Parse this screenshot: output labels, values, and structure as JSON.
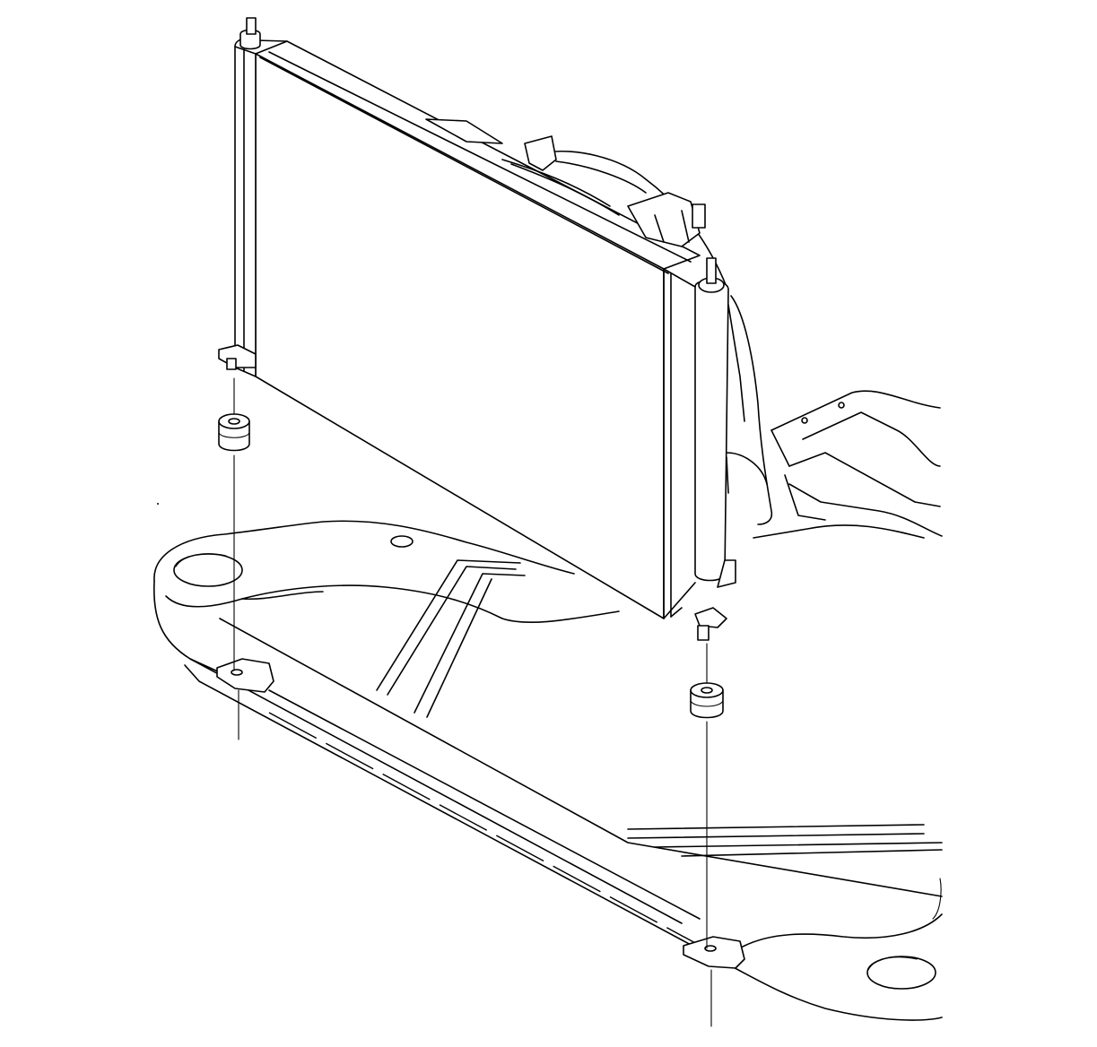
{
  "diagram": {
    "type": "exploded-assembly-illustration",
    "colors": {
      "background": "#ffffff",
      "line": "#000000"
    },
    "parts": [
      {
        "id": "radiator",
        "icon": "radiator-icon"
      },
      {
        "id": "left-lower-insulator",
        "icon": "rubber-insulator-icon"
      },
      {
        "id": "right-lower-insulator",
        "icon": "rubber-insulator-icon"
      },
      {
        "id": "radiator-support",
        "icon": "radiator-support-icon"
      },
      {
        "id": "fan-shroud",
        "icon": "fan-shroud-icon"
      },
      {
        "id": "upper-support",
        "icon": "upper-support-icon"
      }
    ]
  }
}
